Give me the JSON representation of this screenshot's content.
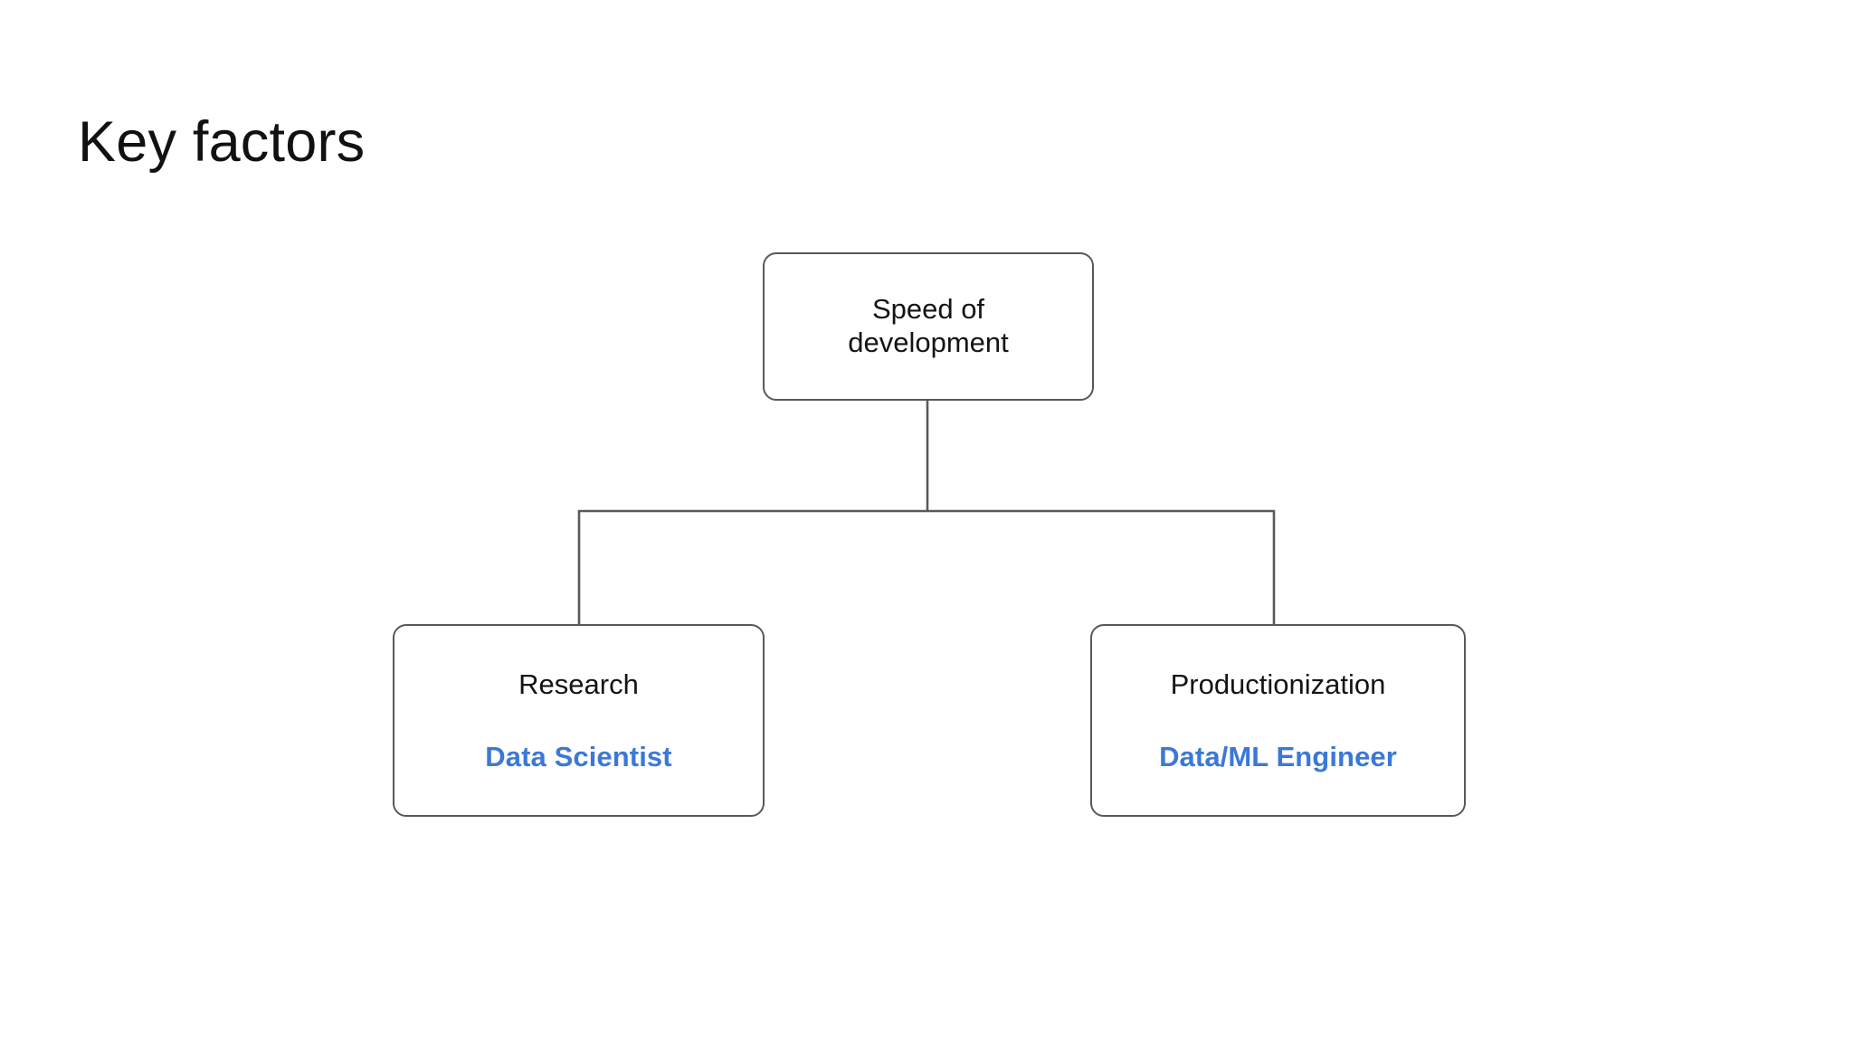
{
  "slide": {
    "title": "Key factors",
    "background_color": "#ffffff"
  },
  "theme": {
    "text_color": "#141414",
    "title_color": "#111111",
    "accent_color": "#3b78d8",
    "border_color": "#595959",
    "connector_color": "#595959"
  },
  "diagram": {
    "type": "tree",
    "root": {
      "id": "speed-of-development",
      "title_line1": "Speed of",
      "title_line2": "development",
      "title_full": "Speed of development"
    },
    "children": [
      {
        "id": "research",
        "title": "Research",
        "role": "Data Scientist"
      },
      {
        "id": "productionization",
        "title": "Productionization",
        "role": "Data/ML Engineer"
      }
    ]
  }
}
